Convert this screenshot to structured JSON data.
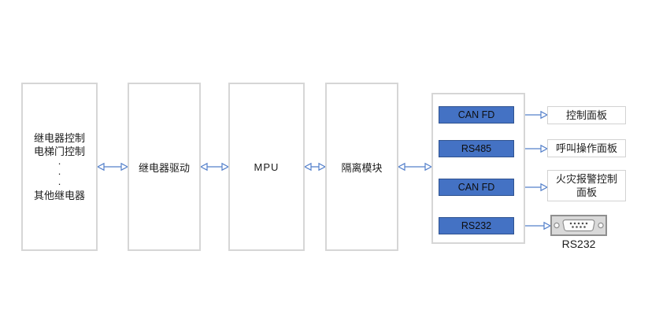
{
  "diagram": {
    "colors": {
      "interface_fill": "#4472c4",
      "interface_border": "#2f528f",
      "arrow": "#5581cb",
      "box_border": "#d6d6d6"
    },
    "relay_loads": {
      "line1": "继电器控制",
      "line2": "电梯门控制",
      "dots": [
        "·",
        "·",
        "·"
      ],
      "line3": "其他继电器"
    },
    "relay_driver_label": "继电器驱动",
    "mpu_label": "MPU",
    "isolation_label": "隔离模块",
    "interfaces": [
      {
        "id": "canfd-1",
        "label": "CAN FD"
      },
      {
        "id": "rs485",
        "label": "RS485"
      },
      {
        "id": "canfd-2",
        "label": "CAN FD"
      },
      {
        "id": "rs232",
        "label": "RS232"
      }
    ],
    "panels": [
      {
        "id": "control-panel",
        "label": "控制面板"
      },
      {
        "id": "call-panel",
        "label": "呼叫操作面板"
      },
      {
        "id": "fire-panel",
        "label": "火灾报警控制面板"
      }
    ],
    "rs232_connector": {
      "icon": "db9-serial-connector-icon",
      "label": "RS232"
    },
    "connections": [
      {
        "from": "relay-loads",
        "to": "relay-driver",
        "direction": "bidirectional"
      },
      {
        "from": "relay-driver",
        "to": "mpu",
        "direction": "bidirectional"
      },
      {
        "from": "mpu",
        "to": "isolation-module",
        "direction": "bidirectional"
      },
      {
        "from": "isolation-module",
        "to": "interface-group",
        "direction": "bidirectional"
      },
      {
        "from": "canfd-1",
        "to": "control-panel",
        "direction": "bidirectional"
      },
      {
        "from": "rs485",
        "to": "call-panel",
        "direction": "bidirectional"
      },
      {
        "from": "canfd-2",
        "to": "fire-panel",
        "direction": "bidirectional"
      },
      {
        "from": "rs232",
        "to": "rs232-connector",
        "direction": "bidirectional"
      }
    ]
  }
}
